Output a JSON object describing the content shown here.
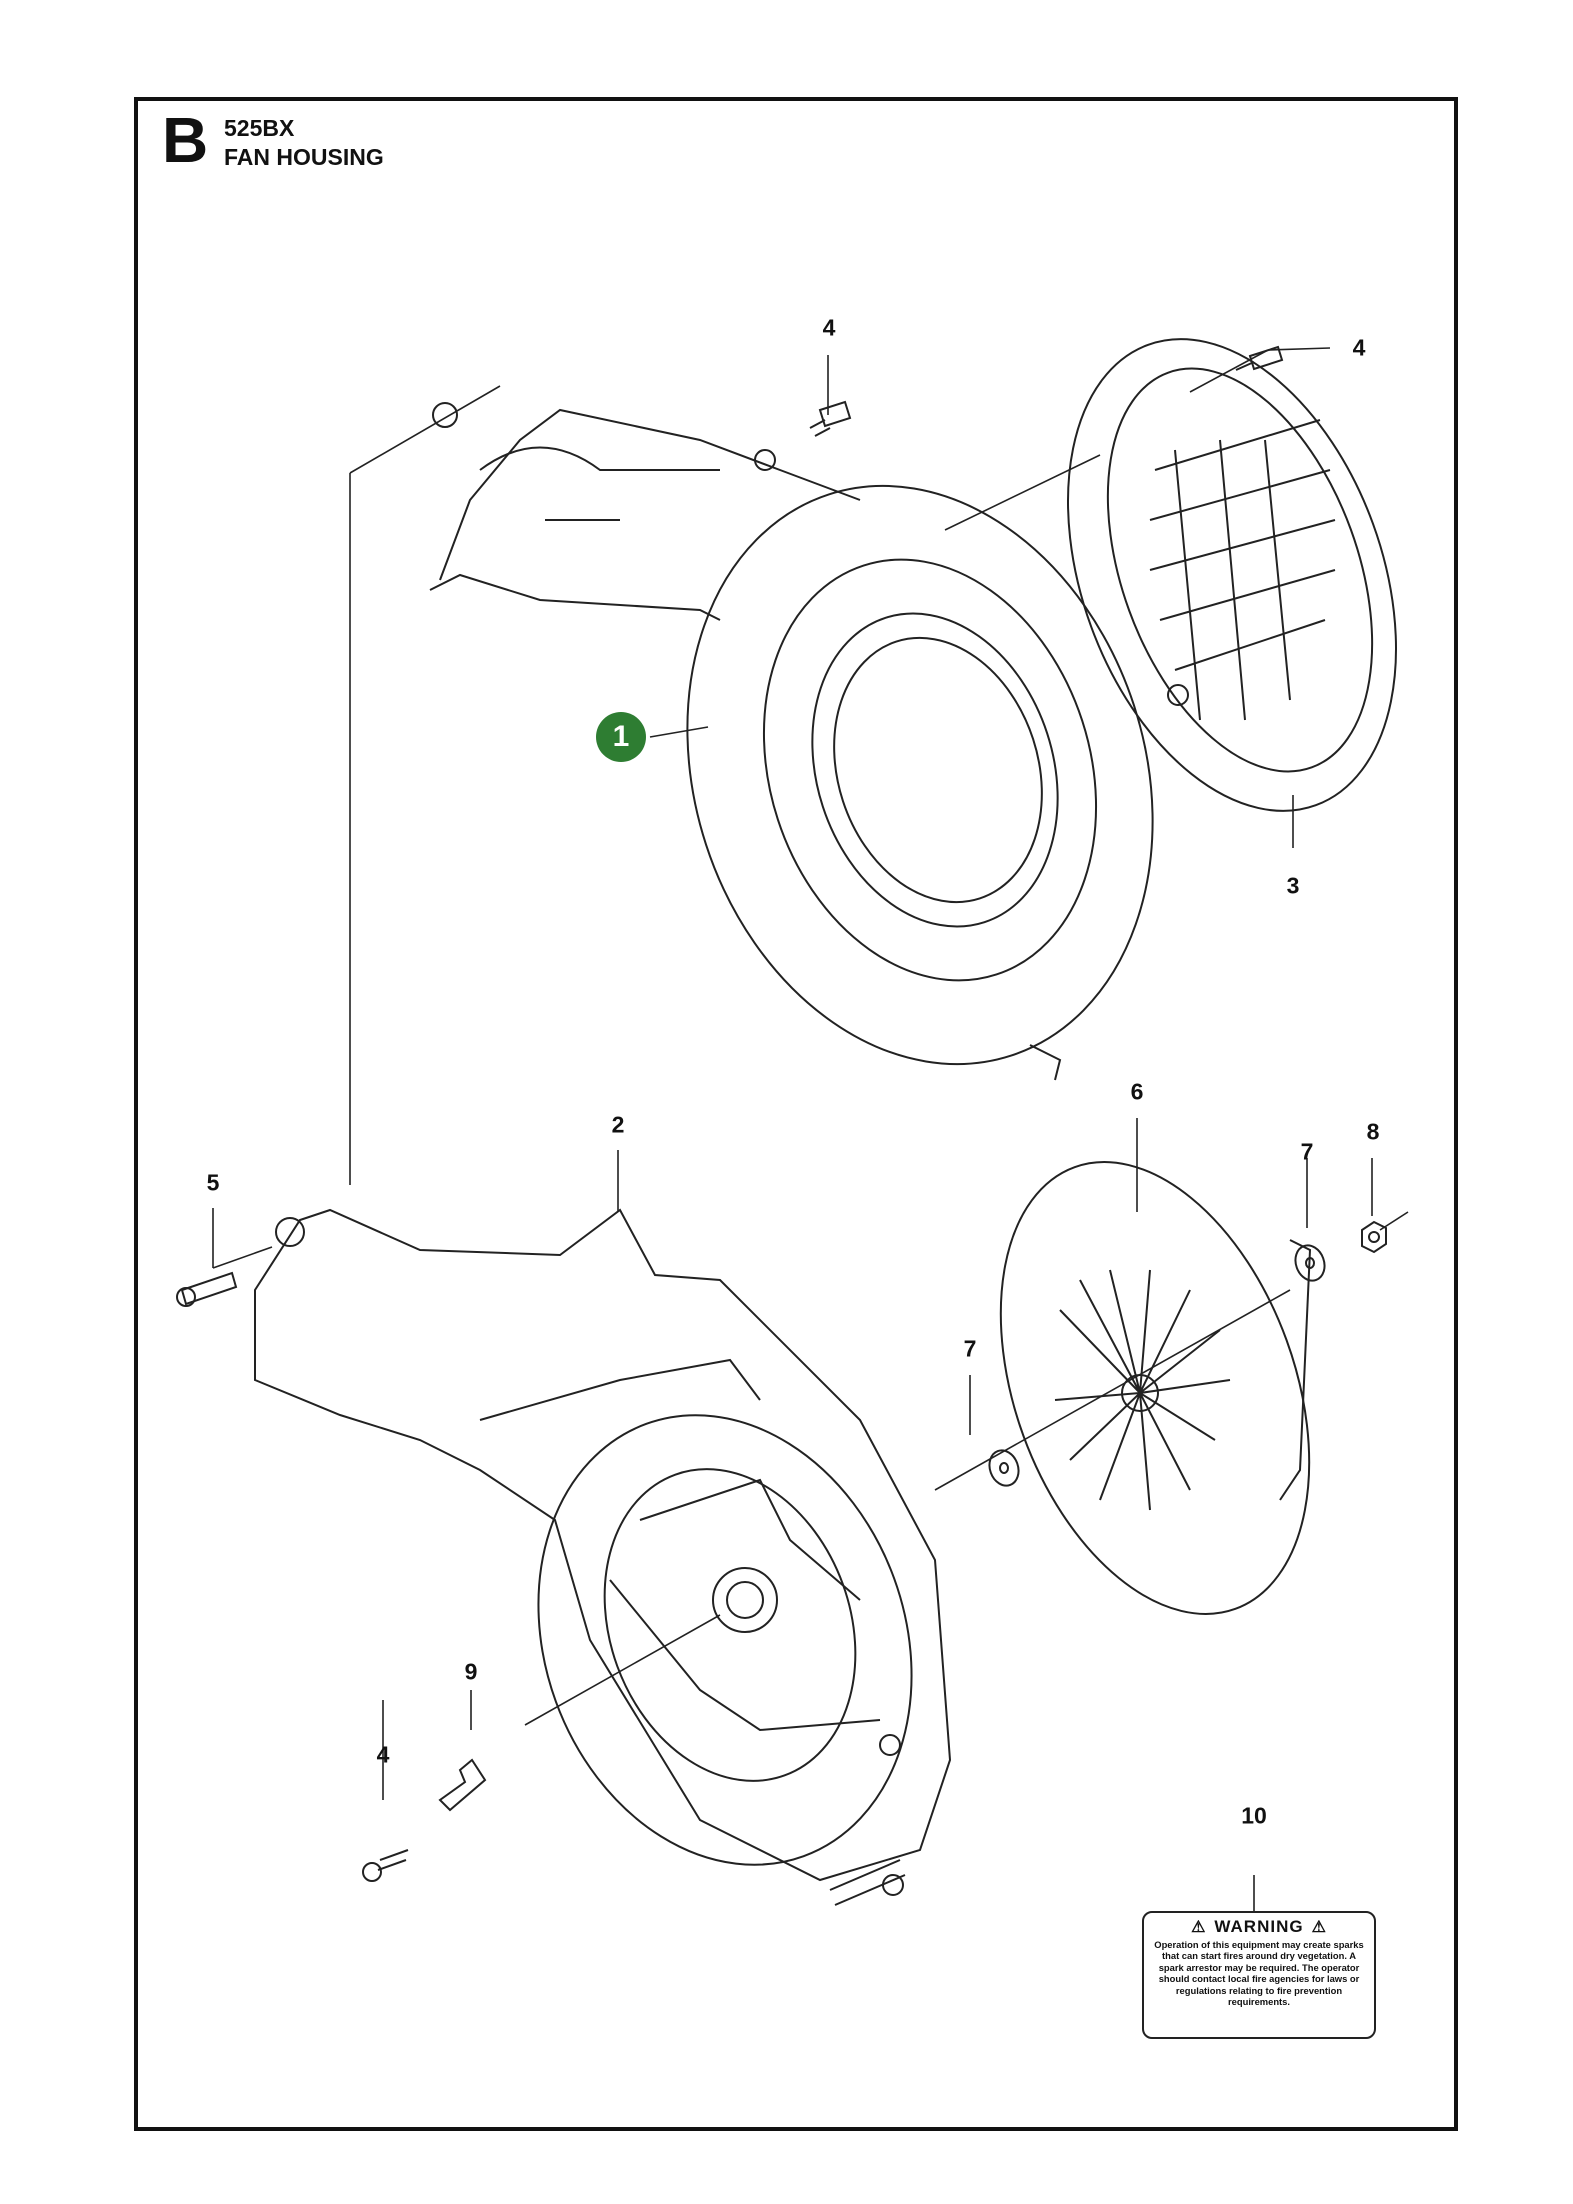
{
  "header": {
    "section_letter": "B",
    "model": "525BX",
    "title": "FAN HOUSING"
  },
  "callouts": {
    "c1": "1",
    "c2": "2",
    "c3": "3",
    "c4a": "4",
    "c4b": "4",
    "c4c": "4",
    "c5": "5",
    "c6": "6",
    "c7a": "7",
    "c7b": "7",
    "c8": "8",
    "c9": "9",
    "c10": "10"
  },
  "warning_label": {
    "heading": "WARNING",
    "text": "Operation of this equipment may create sparks that can start fires around dry vegetation. A spark arrestor may be required. The operator should contact local fire agencies for laws or regulations relating to fire prevention requirements."
  },
  "colors": {
    "highlight_badge": "#2e7d32",
    "line": "#111111"
  }
}
